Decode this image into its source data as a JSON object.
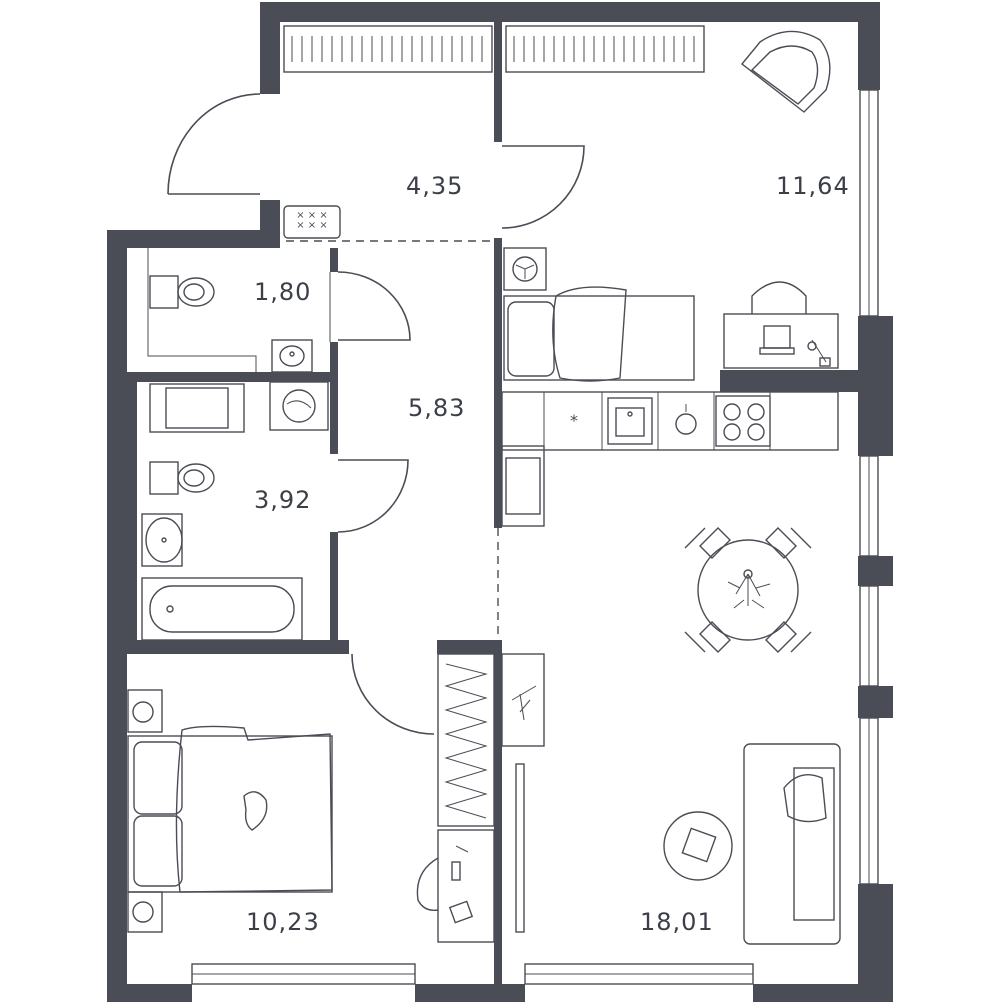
{
  "rooms": [
    {
      "id": "hall",
      "area": "4,35"
    },
    {
      "id": "bedroom-small",
      "area": "11,64"
    },
    {
      "id": "toilet",
      "area": "1,80"
    },
    {
      "id": "corridor",
      "area": "5,83"
    },
    {
      "id": "bathroom",
      "area": "3,92"
    },
    {
      "id": "bedroom",
      "area": "10,23"
    },
    {
      "id": "kitchen-living",
      "area": "18,01"
    }
  ],
  "colors": {
    "wall": "#4a4d55",
    "line": "#4a4d55",
    "background": "#ffffff",
    "text": "#3c3f47"
  },
  "icons": [
    "toilet-icon",
    "sink-icon",
    "washing-machine-icon",
    "bathtub-icon",
    "bed-icon",
    "armchair-icon",
    "desk-icon",
    "stove-icon",
    "dining-table-icon",
    "sofa-icon",
    "wardrobe-icon",
    "plant-icon",
    "lamp-icon",
    "cat-icon"
  ]
}
